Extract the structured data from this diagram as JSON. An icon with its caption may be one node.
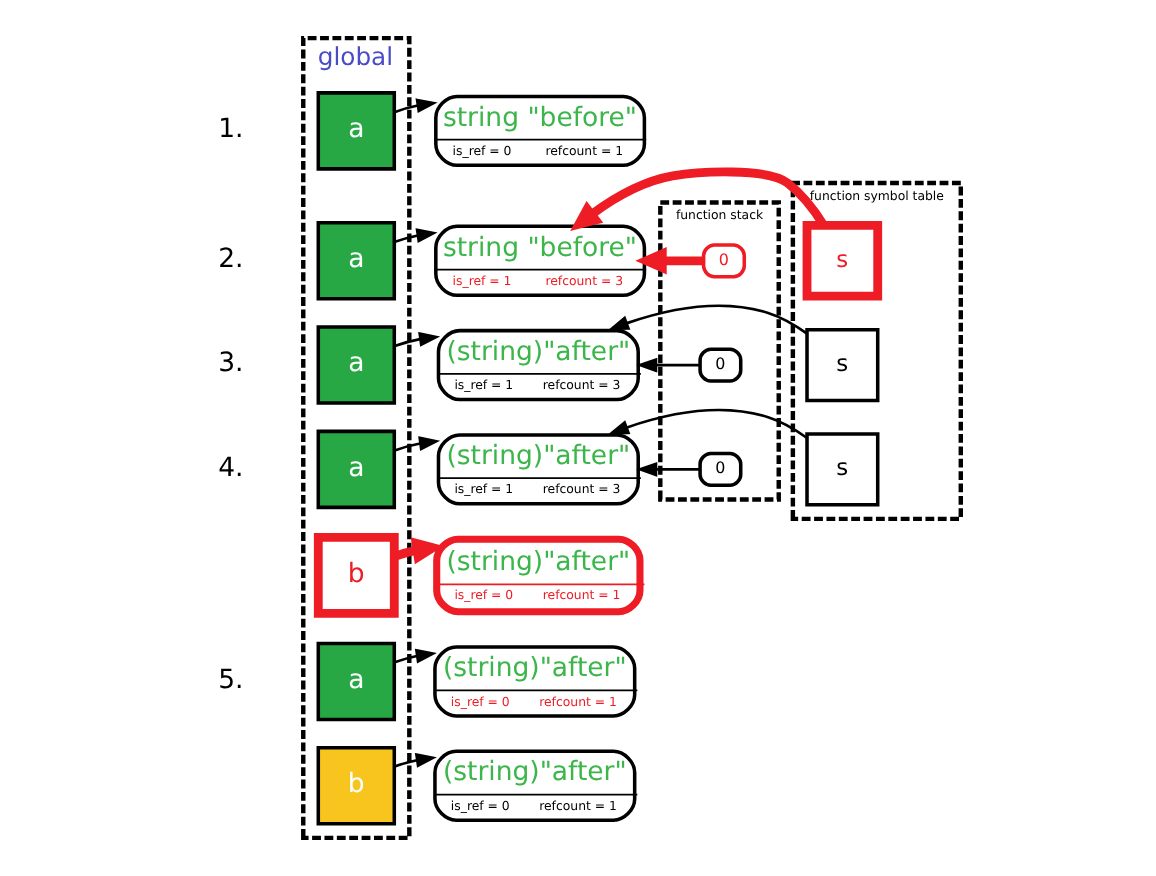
{
  "diagram": {
    "nodes": [
      {
        "text": [
          "global"
        ]
      },
      {
        "text": [
          "a"
        ],
        "in": 0
      },
      {
        "text": [
          "string \"before\"",
          "is_ref = 0",
          "refcount = 1"
        ]
      },
      {
        "text": [
          "function stack"
        ]
      },
      {
        "text": [
          "function symbol table"
        ]
      },
      {
        "text": [
          "a"
        ],
        "in": 0
      },
      {
        "text": [
          "string \"before\"",
          "is_ref = 1",
          "refcount = 3"
        ]
      },
      {
        "text": [
          "0"
        ],
        "in": 3
      },
      {
        "text": [
          "s"
        ],
        "in": 4
      },
      {
        "text": [
          "a"
        ],
        "in": 0
      },
      {
        "text": [
          "(string)\"after\"",
          "is_ref = 1",
          "refcount = 3"
        ]
      },
      {
        "text": [
          "0"
        ],
        "in": 3
      },
      {
        "text": [
          "s"
        ],
        "in": 4
      },
      {
        "text": [
          "a"
        ],
        "in": 0
      },
      {
        "text": [
          "(string)\"after\"",
          "is_ref = 1",
          "refcount = 3"
        ]
      },
      {
        "text": [
          "0"
        ],
        "in": 3
      },
      {
        "text": [
          "s"
        ],
        "in": 4
      },
      {
        "text": [
          "b"
        ],
        "in": 0
      },
      {
        "text": [
          "(string)\"after\"",
          "is_ref = 0",
          "refcount = 1"
        ]
      },
      {
        "text": [
          "a"
        ],
        "in": 0
      },
      {
        "text": [
          "(string)\"after\"",
          "is_ref = 0",
          "refcount = 1"
        ]
      },
      {
        "text": [
          "b"
        ],
        "in": 0
      },
      {
        "text": [
          "(string)\"after\"",
          "is_ref = 0",
          "refcount = 1"
        ]
      }
    ],
    "edges": [
      {
        "from": 1,
        "to": 2,
        "arrow": "to"
      },
      {
        "from": 5,
        "to": 6,
        "arrow": "to"
      },
      {
        "from": 7,
        "to": 6,
        "arrow": "to",
        "style": "thick",
        "color": "#ee1c24"
      },
      {
        "from": 8,
        "to": 6,
        "arrow": "to",
        "style": "thick",
        "color": "#ee1c24"
      },
      {
        "from": 9,
        "to": 10,
        "arrow": "to"
      },
      {
        "from": 11,
        "to": 10,
        "arrow": "to"
      },
      {
        "from": 12,
        "to": 10,
        "arrow": "to"
      },
      {
        "from": 13,
        "to": 14,
        "arrow": "to"
      },
      {
        "from": 15,
        "to": 14,
        "arrow": "to"
      },
      {
        "from": 16,
        "to": 14,
        "arrow": "to"
      },
      {
        "from": 17,
        "to": 18,
        "arrow": "to",
        "style": "thick",
        "color": "#ee1c24"
      },
      {
        "from": 19,
        "to": 20,
        "arrow": "to"
      },
      {
        "from": 21,
        "to": 22,
        "arrow": "to"
      }
    ],
    "labels": [
      "1.",
      "2.",
      "3.",
      "4.",
      "5."
    ]
  }
}
